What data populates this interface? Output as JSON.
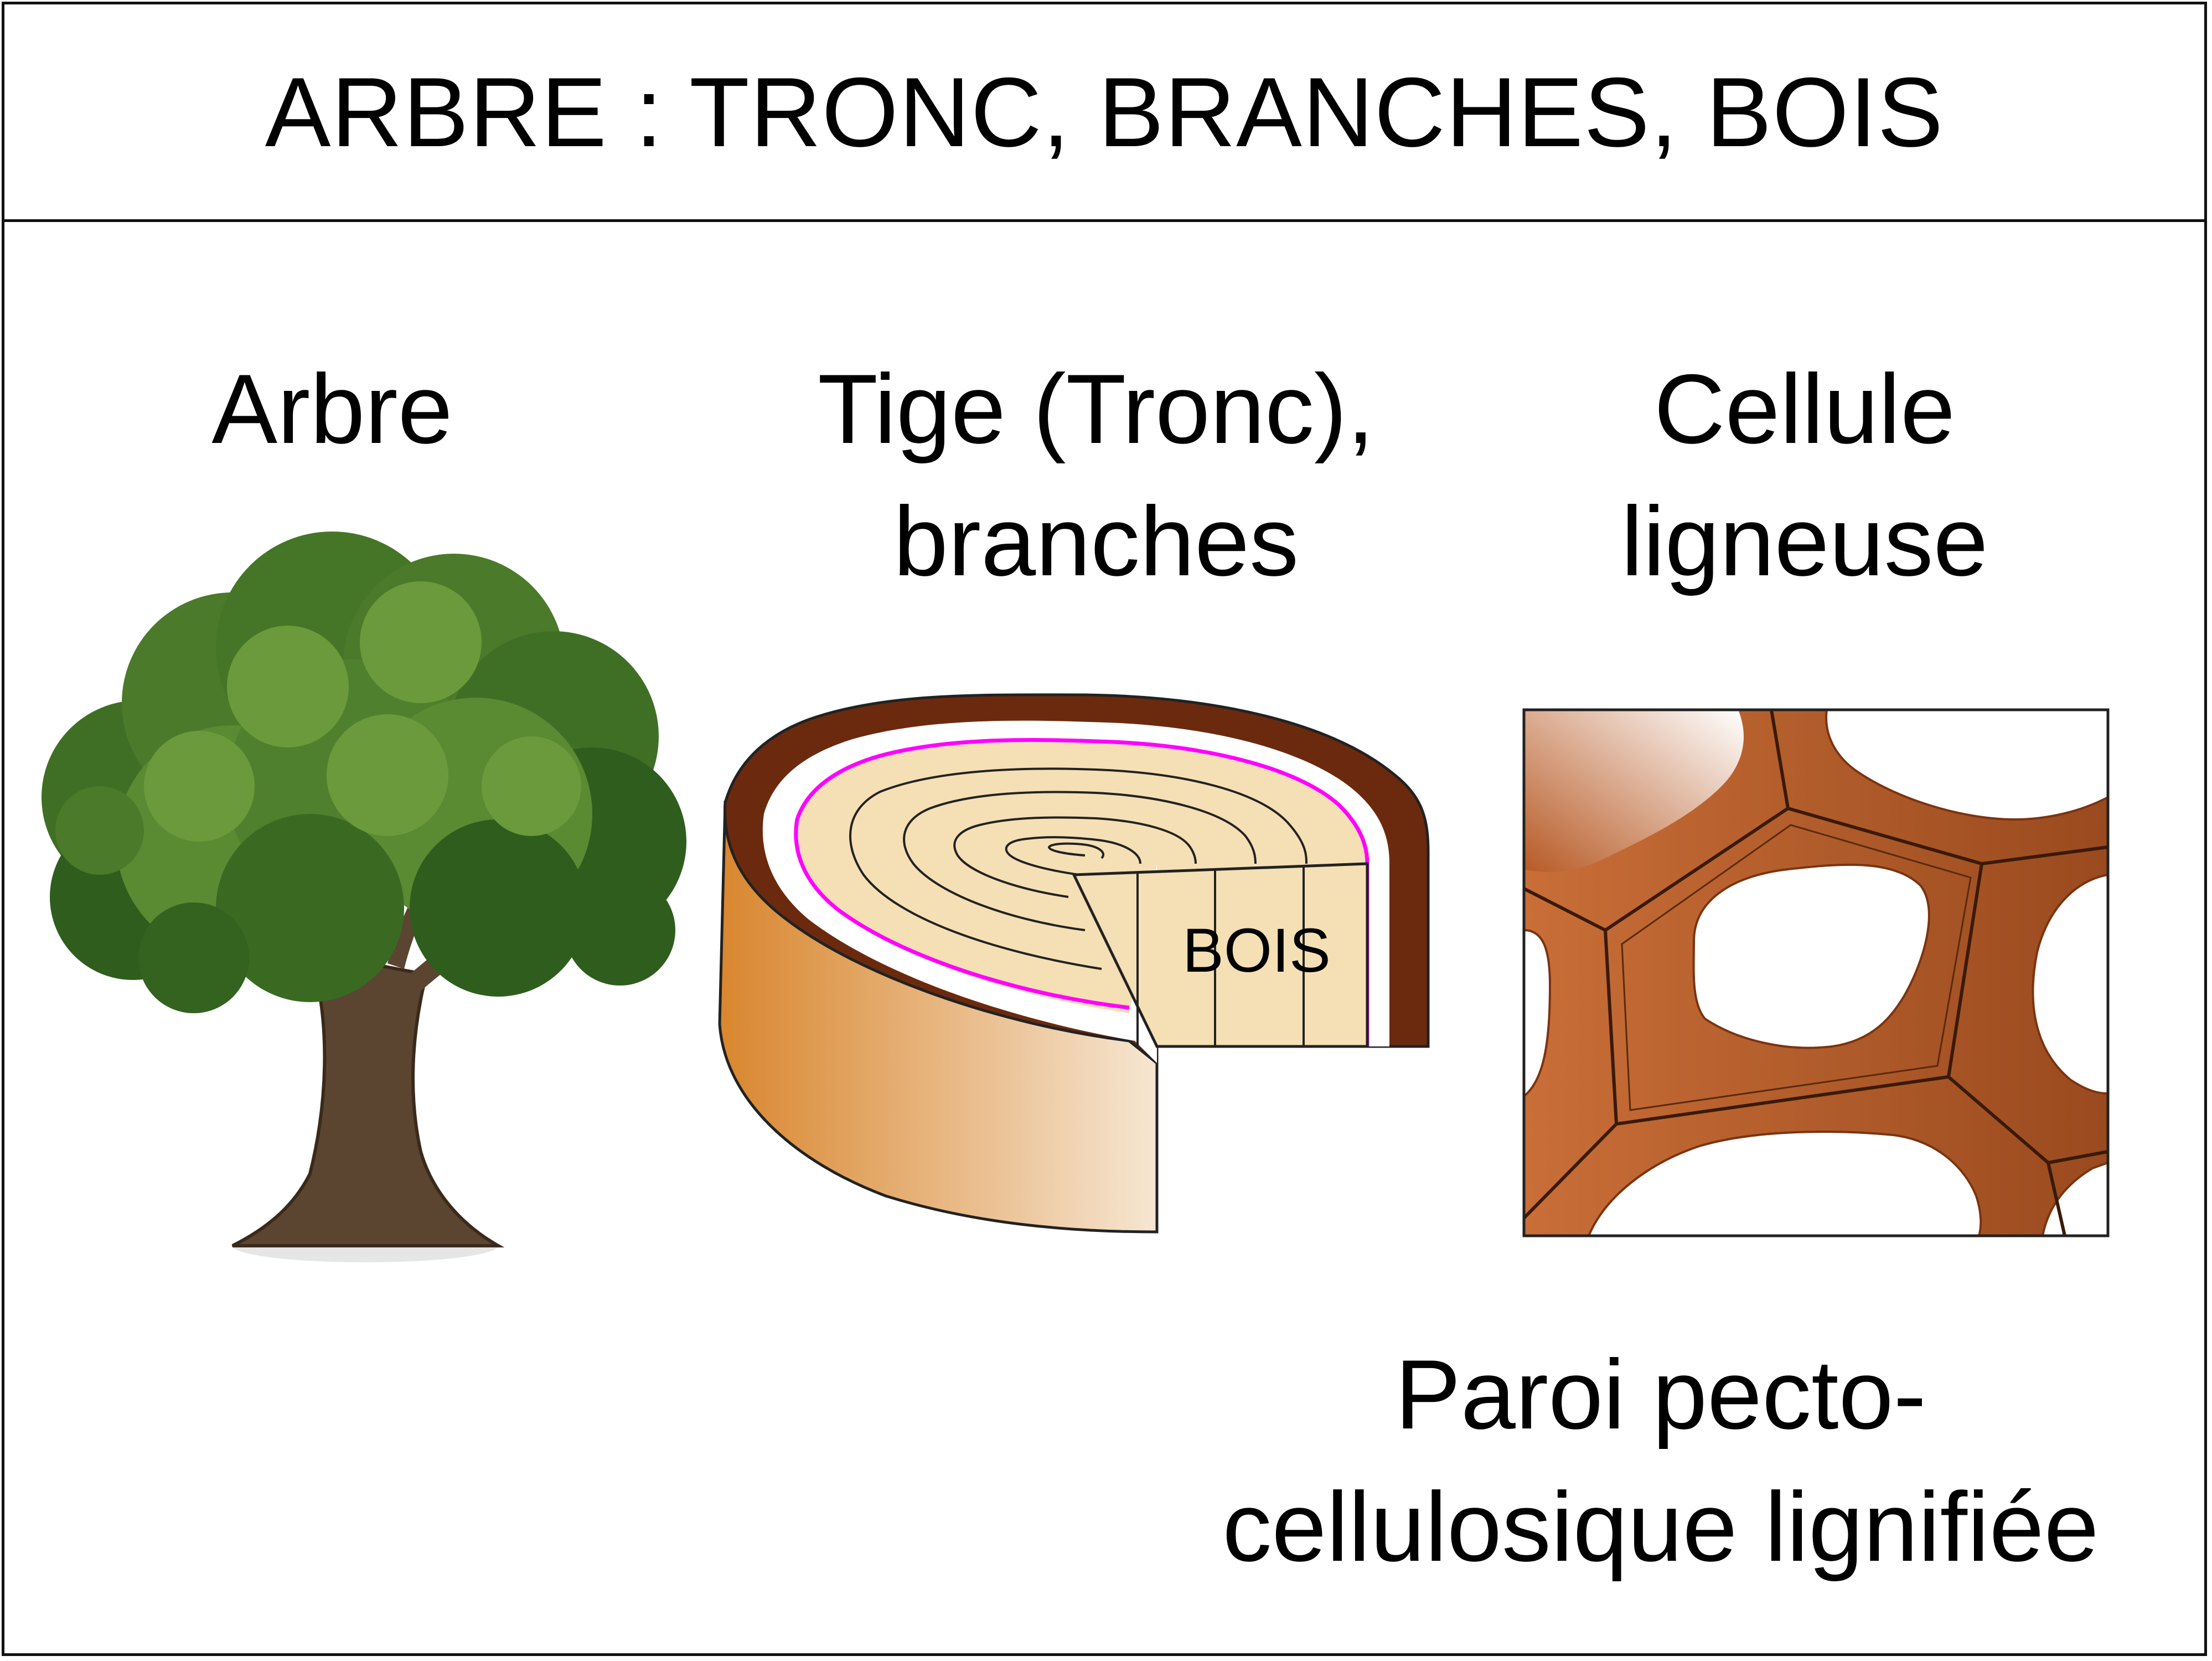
{
  "title": "ARBRE : TRONC, BRANCHES, BOIS",
  "columns": {
    "tree": {
      "label": "Arbre"
    },
    "trunk": {
      "label_line1": "Tige (Tronc),",
      "label_line2": "branches",
      "wood_label": "BOIS"
    },
    "cell": {
      "label_line1": "Cellule",
      "label_line2": "ligneuse"
    }
  },
  "wall_caption": {
    "line1": "Paroi pecto-",
    "line2": "cellulosique lignifiée"
  },
  "colors": {
    "foliage_dark": "#2f5d1e",
    "foliage_mid": "#4a7a2a",
    "foliage_light": "#6b9a3c",
    "bark": "#5b4530",
    "log_bark": "#6b2a0e",
    "heartwood": "#f5dfb4",
    "cambium_line": "#ff00ff",
    "log_side_start": "#d9862e",
    "log_side_end": "#f6e6d2",
    "cell_wall_dark": "#8a3a10",
    "cell_wall_light": "#c96b34"
  }
}
